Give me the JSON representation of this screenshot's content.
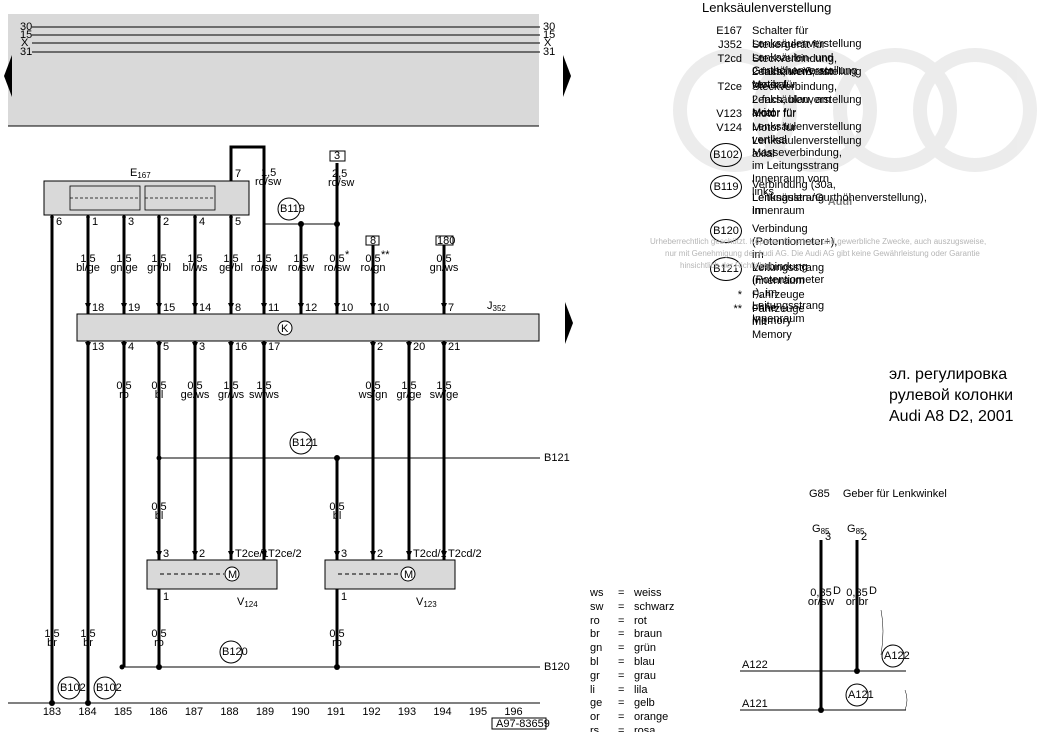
{
  "title": "Lenksäulenverstellung",
  "legend": [
    {
      "code": "E167",
      "text": "Schalter für Lenksäulenverstellung",
      "circle": false
    },
    {
      "code": "J352",
      "text": "Steuergerät für Lenksäulen- und Gurthöhenverstellung",
      "circle": false
    },
    {
      "code": "T2cd",
      "text": "Steckverbindung, 2-fach, weiß, am Motor für",
      "text2": "Lenksäulenverstellung vertikal",
      "circle": false
    },
    {
      "code": "T2ce",
      "text": "Steckverbindung, 2-fach, blau, am Motor für",
      "text2": "Lenksäulenverstellung axial",
      "circle": false
    },
    {
      "code": "V123",
      "text": "Motor für Lenksäulenverstellung vertikal",
      "circle": false
    },
    {
      "code": "V124",
      "text": "Motor für Lenksäulenverstellung axial",
      "circle": false
    },
    {
      "code": "B102",
      "text": "Masseverbindung, im Leitungsstrang Innenraum vorn links",
      "circle": true
    },
    {
      "code": "B119",
      "text": "Verbindung (30a, Lenksäulen-/Gurthöhenverstellung), im",
      "text2": "Leitungsstrang Innenraum",
      "circle": true
    },
    {
      "code": "B120",
      "text": "Verbindung (Potentiometer+), im Leitungsstrang Innenraum",
      "circle": true
    },
    {
      "code": "B121",
      "text": "Verbindung (Potentiometer -), im Leitungsstrang Innenraum",
      "circle": true
    },
    {
      "code": "*",
      "text": "Fahrzeuge ohne Memory",
      "circle": false
    },
    {
      "code": "**",
      "text": "Fahrzeuge mit Memory",
      "circle": false
    }
  ],
  "watermark": [
    "Urheberrechtlich geschützt. Kopieren für private und gewerbliche Zwecke, auch auszugsweise,",
    "nur mit Genehmigung der Audi AG. Die Audi AG gibt keine Gewährleistung oder Garantie",
    "hinsichtlich der Richtigkeit"
  ],
  "russian_caption": [
    "эл. регулировка",
    "рулевой колонки",
    "Audi A8 D2, 2001"
  ],
  "g85_caption": {
    "code": "G85",
    "text": "Geber für Lenkwinkel"
  },
  "colors": [
    {
      "abbr": "ws",
      "name": "weiss"
    },
    {
      "abbr": "sw",
      "name": "schwarz"
    },
    {
      "abbr": "ro",
      "name": "rot"
    },
    {
      "abbr": "br",
      "name": "braun"
    },
    {
      "abbr": "gn",
      "name": "grün"
    },
    {
      "abbr": "bl",
      "name": "blau"
    },
    {
      "abbr": "gr",
      "name": "grau"
    },
    {
      "abbr": "li",
      "name": "lila"
    },
    {
      "abbr": "ge",
      "name": "gelb"
    },
    {
      "abbr": "or",
      "name": "orange"
    },
    {
      "abbr": "rs",
      "name": "rosa"
    }
  ],
  "bus_lines": [
    "30",
    "15",
    "X",
    "31"
  ],
  "track_numbers": [
    "183",
    "184",
    "185",
    "186",
    "187",
    "188",
    "189",
    "190",
    "191",
    "192",
    "193",
    "194",
    "195",
    "196"
  ],
  "diagram_id": "A97-83659",
  "labels": {
    "e167": "E",
    "e167_sub": "167",
    "j352": "J",
    "j352_sub": "352",
    "v124": "V",
    "v124_sub": "124",
    "v123": "V",
    "v123_sub": "123",
    "b119": "B119",
    "b120": "B120",
    "b121": "B121",
    "b102": "B102",
    "b120_end": "B120",
    "b121_end": "B121",
    "fuse3": "3",
    "fuse8": "8",
    "fuse180": "180",
    "wire_top_15": "1,5",
    "wire_top_rosw": "ro/sw",
    "wire_top_25": "2,5",
    "wire_top_rosw2": "ro/sw",
    "a122": "A122",
    "a121": "A121",
    "g85_a": "G",
    "g85_a_sub": "85",
    "g85_b": "G",
    "g85_b_sub": "85"
  },
  "e167_pins": [
    "6",
    "1",
    "3",
    "2",
    "4",
    "5",
    "7"
  ],
  "upper_wires": [
    {
      "size": "1,5",
      "color": "bl/ge",
      "pin": "18"
    },
    {
      "size": "1,5",
      "color": "gn/ge",
      "pin": "19"
    },
    {
      "size": "1,5",
      "color": "gn/bl",
      "pin": "15"
    },
    {
      "size": "1,5",
      "color": "bl/ws",
      "pin": "14"
    },
    {
      "size": "1,5",
      "color": "ge/bl",
      "pin": "8"
    },
    {
      "size": "1,5",
      "color": "ro/sw",
      "pin": "11"
    },
    {
      "size": "1,5",
      "color": "ro/sw",
      "pin": "12"
    },
    {
      "size": "0,5",
      "color": "ro/sw",
      "pin": "10"
    },
    {
      "size": "0,5",
      "color": "ro/gn",
      "pin": "10"
    },
    {
      "size": "0,5",
      "color": "gn/ws",
      "pin": "7"
    }
  ],
  "upper_marks": {
    "star1": "*",
    "star2": "**"
  },
  "lower_pins": [
    "13",
    "4",
    "5",
    "3",
    "16",
    "17",
    "2",
    "20",
    "21"
  ],
  "lower_wires": [
    {
      "size": "0,5",
      "color": "ro"
    },
    {
      "size": "0,5",
      "color": "bl"
    },
    {
      "size": "0,5",
      "color": "ge/ws"
    },
    {
      "size": "1,5",
      "color": "gr/ws"
    },
    {
      "size": "1,5",
      "color": "sw/ws"
    },
    {
      "size": "0,5",
      "color": "ws/gn"
    },
    {
      "size": "1,5",
      "color": "gr/ge"
    },
    {
      "size": "1,5",
      "color": "sw/ge"
    }
  ],
  "mid_wires": [
    {
      "size": "0,5",
      "color": "bl"
    },
    {
      "size": "0,5",
      "color": "bl"
    }
  ],
  "motor_pins_v124": [
    "3",
    "2",
    "T2ce/1",
    "T2ce/2",
    "1"
  ],
  "motor_pins_v123": [
    "3",
    "2",
    "T2cd/1",
    "T2cd/2",
    "1"
  ],
  "bottom_wires": [
    {
      "size": "1,5",
      "color": "br"
    },
    {
      "size": "1,5",
      "color": "br"
    },
    {
      "size": "0,5",
      "color": "ro"
    },
    {
      "size": "0,5",
      "color": "ro"
    }
  ],
  "g85_pins": [
    "3",
    "2"
  ],
  "g85_wires": [
    {
      "size": "0,35",
      "color": "or/sw",
      "mark": "D"
    },
    {
      "size": "0,35",
      "color": "or/br",
      "mark": "D"
    }
  ]
}
